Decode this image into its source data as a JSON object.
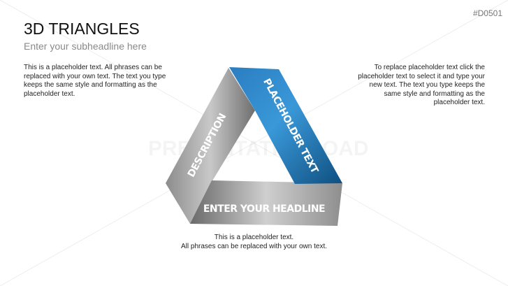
{
  "slide_code": "#D0501",
  "title": "3D TRIANGLES",
  "subheadline": "Enter your subheadline here",
  "text_left": "This is a placeholder text. All phrases can be replaced with your own text. The text you type keeps the same style and formatting as the placeholder text.",
  "text_right": "To replace placeholder text click the placeholder text to select it and type your new text. The text you type keeps the same style and formatting as the placeholder text.",
  "text_bottom_line1": "This is a placeholder text.",
  "text_bottom_line2": "All phrases can be replaced with your own text.",
  "diagram": {
    "left_label": "DESCRIPTION",
    "right_label": "PLACEHOLDER TEXT",
    "bottom_label": "ENTER YOUR HEADLINE",
    "colors": {
      "accent": "#2e86c8",
      "gray": "#9a9a9a"
    }
  },
  "watermark": "PRESENTATIONLOAD"
}
